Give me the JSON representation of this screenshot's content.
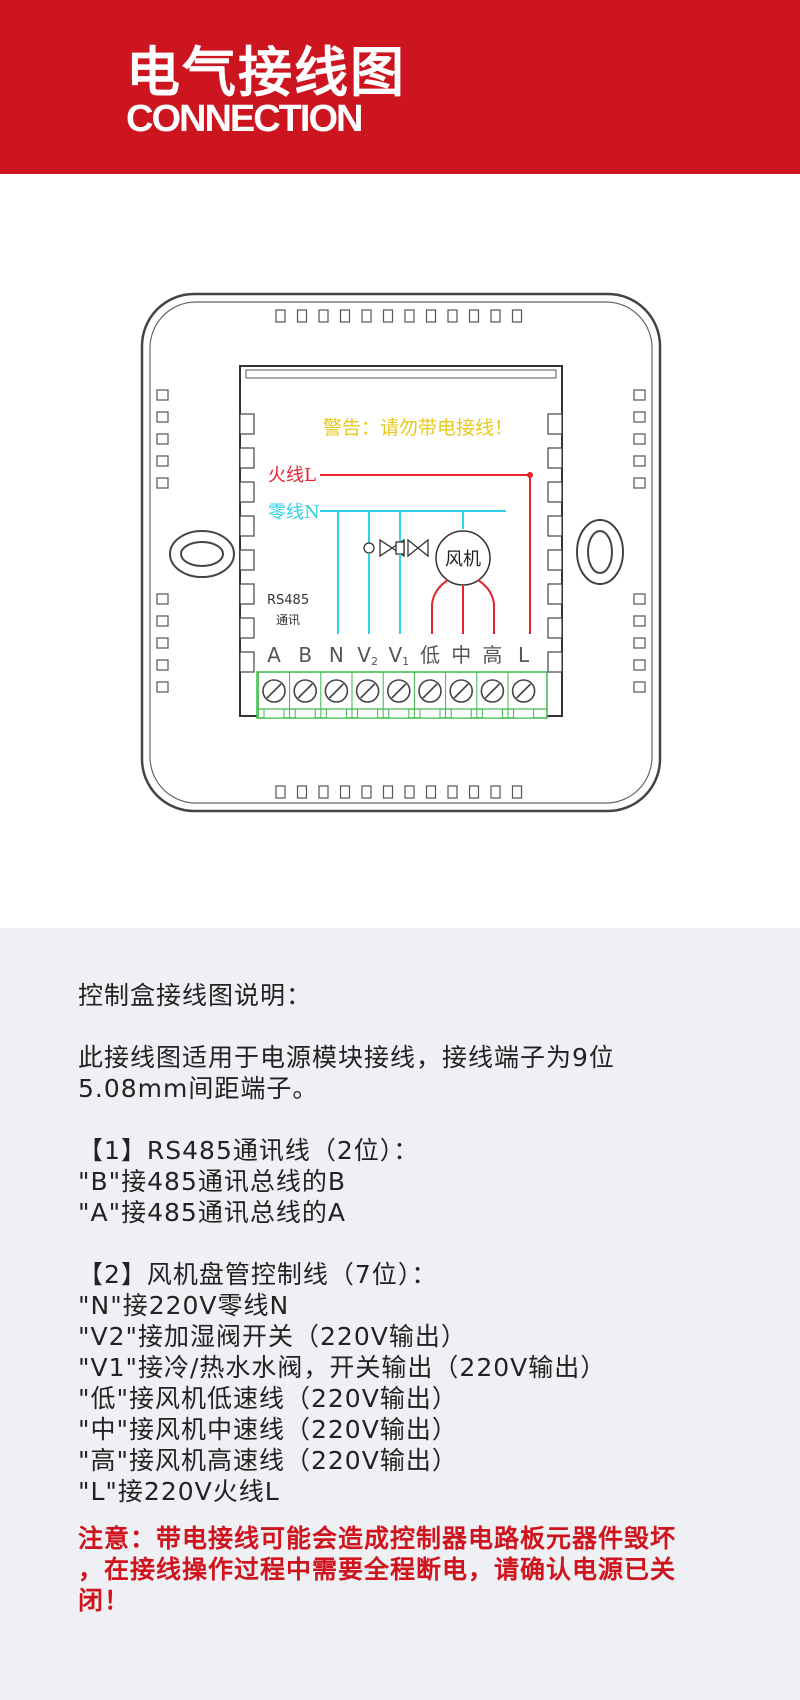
{
  "header": {
    "title_cn": "电气接线图",
    "title_en": "CONNECTION"
  },
  "diagram": {
    "warning": "警告：请勿带电接线！",
    "live_label": "火线L",
    "neutral_label": "零线N",
    "rs485_label_1": "RS485",
    "rs485_label_2": "通讯",
    "fan_label": "风机",
    "terminals": [
      {
        "label": "A",
        "sub": ""
      },
      {
        "label": "B",
        "sub": ""
      },
      {
        "label": "N",
        "sub": ""
      },
      {
        "label": "V",
        "sub": "2"
      },
      {
        "label": "V",
        "sub": "1"
      },
      {
        "label": "低",
        "sub": ""
      },
      {
        "label": "中",
        "sub": ""
      },
      {
        "label": "高",
        "sub": ""
      },
      {
        "label": "L",
        "sub": ""
      }
    ],
    "colors": {
      "live": "#e8232b",
      "neutral": "#2fd0e8",
      "warning": "#e8c81e",
      "terminal_block": "#3cb84a",
      "outline": "#333333"
    }
  },
  "description": {
    "heading": "控制盒接线图说明：",
    "intro_1": "此接线图适用于电源模块接线，接线端子为9位",
    "intro_2": "5.08mm间距端子。",
    "section1_title": "【1】RS485通讯线（2位）：",
    "section1_items": [
      "\"B\"接485通讯总线的B",
      "\"A\"接485通讯总线的A"
    ],
    "section2_title": "【2】风机盘管控制线（7位）：",
    "section2_items": [
      "\"N\"接220V零线N",
      "\"V2\"接加湿阀开关（220V输出）",
      "\"V1\"接冷/热水水阀，开关输出（220V输出）",
      "\"低\"接风机低速线（220V输出）",
      "\"中\"接风机中速线（220V输出）",
      "\"高\"接风机高速线（220V输出）",
      "\"L\"接220V火线L"
    ],
    "note_1": "注意：带电接线可能会造成控制器电路板元器件毁坏",
    "note_2": "，在接线操作过程中需要全程断电，请确认电源已关",
    "note_3": "闭！"
  }
}
